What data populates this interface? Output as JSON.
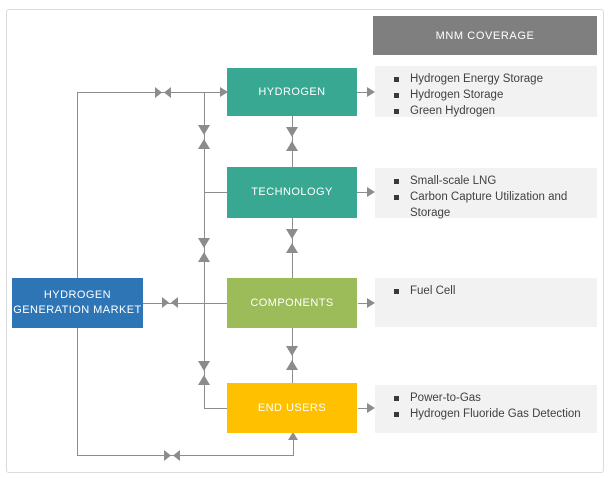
{
  "market": {
    "lines": [
      "HYDROGEN",
      "GENERATION MARKET"
    ],
    "color": "#2E75B6"
  },
  "segments": [
    {
      "label": "HYDROGEN",
      "color": "#38A893"
    },
    {
      "label": "TECHNOLOGY",
      "color": "#38A893"
    },
    {
      "label": "COMPONENTS",
      "color": "#9CBB59"
    },
    {
      "label": "END USERS",
      "color": "#FFC000"
    }
  ],
  "coverage": {
    "header": "MNM COVERAGE",
    "header_color": "#7F7F7F",
    "panel_color": "#F2F2F2",
    "groups": [
      {
        "items": [
          "Hydrogen Energy Storage",
          "Hydrogen Storage",
          "Green Hydrogen"
        ]
      },
      {
        "items": [
          "Small-scale LNG",
          "Carbon Capture Utilization and Storage"
        ]
      },
      {
        "items": [
          "Fuel Cell"
        ]
      },
      {
        "items": [
          "Power-to-Gas",
          "Hydrogen Fluoride Gas Detection"
        ]
      }
    ]
  },
  "connector_color": "#8C8C8C"
}
